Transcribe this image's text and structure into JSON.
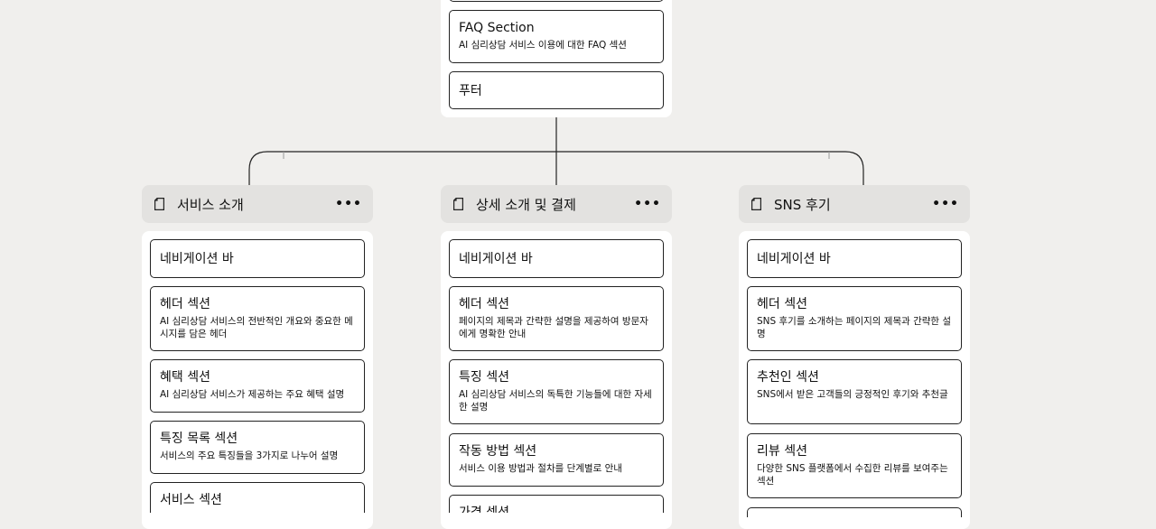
{
  "top": {
    "cards": [
      {
        "title": "FAQ Section",
        "desc": "AI 심리상담 서비스 이용에 대한 FAQ 섹션"
      },
      {
        "title": "푸터",
        "desc": ""
      }
    ]
  },
  "columns": [
    {
      "title": "서비스 소개",
      "icon": "document-icon",
      "cards": [
        {
          "title": "네비게이션 바",
          "desc": ""
        },
        {
          "title": "헤더 섹션",
          "desc": "AI 심리상담 서비스의 전반적인 개요와 중요한 메시지를 담은 헤더"
        },
        {
          "title": "혜택 섹션",
          "desc": "AI 심리상담 서비스가 제공하는 주요 혜택 설명"
        },
        {
          "title": "특징 목록 섹션",
          "desc": "서비스의 주요 특징들을 3가지로 나누어 설명"
        },
        {
          "title": "서비스 섹션",
          "desc": ""
        }
      ]
    },
    {
      "title": "상세 소개 및 결제",
      "icon": "document-icon",
      "cards": [
        {
          "title": "네비게이션 바",
          "desc": ""
        },
        {
          "title": "헤더 섹션",
          "desc": "페이지의 제목과 간략한 설명을 제공하여 방문자에게 명확한 안내"
        },
        {
          "title": "특징 섹션",
          "desc": "AI 심리상담 서비스의 독특한 기능들에 대한 자세한 설명"
        },
        {
          "title": "작동 방법 섹션",
          "desc": "서비스 이용 방법과 절차를 단계별로 안내"
        },
        {
          "title": "가격 섹션",
          "desc": ""
        }
      ]
    },
    {
      "title": "SNS 후기",
      "icon": "document-icon",
      "cards": [
        {
          "title": "네비게이션 바",
          "desc": ""
        },
        {
          "title": "헤더 섹션",
          "desc": "SNS 후기를 소개하는 페이지의 제목과 간략한 설명"
        },
        {
          "title": "추천인 섹션",
          "desc": "SNS에서 받은 고객들의 긍정적인 후기와 추천글"
        },
        {
          "title": "리뷰 섹션",
          "desc": "다양한 SNS 플랫폼에서 수집한 리뷰를 보여주는 섹션"
        },
        {
          "title": "",
          "desc": ""
        }
      ]
    }
  ],
  "more_label": "•••"
}
